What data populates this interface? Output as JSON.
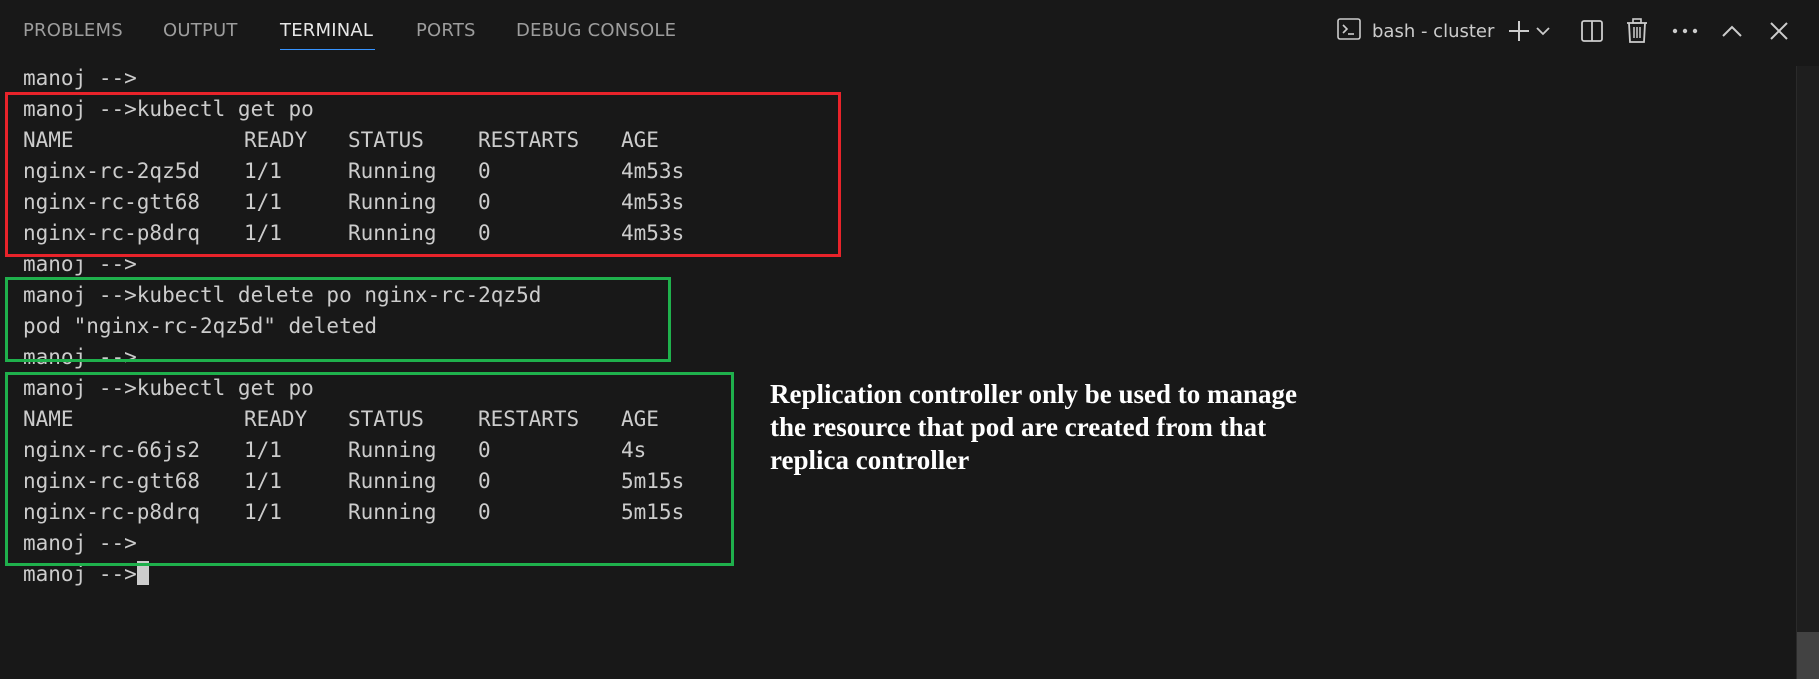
{
  "panel": {
    "tabs": [
      {
        "label": "PROBLEMS"
      },
      {
        "label": "OUTPUT"
      },
      {
        "label": "TERMINAL"
      },
      {
        "label": "PORTS"
      },
      {
        "label": "DEBUG CONSOLE"
      }
    ],
    "active_tab": "TERMINAL",
    "terminal_picker_label": "bash - cluster",
    "icons": [
      "terminal-icon",
      "plus-icon",
      "chevron-down-icon",
      "split-icon",
      "trash-icon",
      "more-icon",
      "maximize-icon",
      "close-icon"
    ],
    "accent_color": "#3794ff"
  },
  "terminal": {
    "prompt": "manoj -->",
    "commands": {
      "get_1": "manoj -->kubectl get po",
      "delete": "manoj -->kubectl delete po nginx-rc-2qz5d",
      "delete_result": "pod \"nginx-rc-2qz5d\" deleted",
      "get_2": "manoj -->kubectl get po"
    },
    "headers": [
      "NAME",
      "READY",
      "STATUS",
      "RESTARTS",
      "AGE"
    ],
    "table_before": [
      [
        "nginx-rc-2qz5d",
        "1/1",
        "Running",
        "0",
        "4m53s"
      ],
      [
        "nginx-rc-gtt68",
        "1/1",
        "Running",
        "0",
        "4m53s"
      ],
      [
        "nginx-rc-p8drq",
        "1/1",
        "Running",
        "0",
        "4m53s"
      ]
    ],
    "table_after": [
      [
        "nginx-rc-66js2",
        "1/1",
        "Running",
        "0",
        "4s"
      ],
      [
        "nginx-rc-gtt68",
        "1/1",
        "Running",
        "0",
        "5m15s"
      ],
      [
        "nginx-rc-p8drq",
        "1/1",
        "Running",
        "0",
        "5m15s"
      ]
    ]
  },
  "annotation": {
    "text_lines": [
      "Replication controller only be used to manage",
      "the resource that pod are created from that",
      "replica controller"
    ],
    "box_colors": {
      "red": "#e8232a",
      "green": "#1fb04c"
    }
  }
}
